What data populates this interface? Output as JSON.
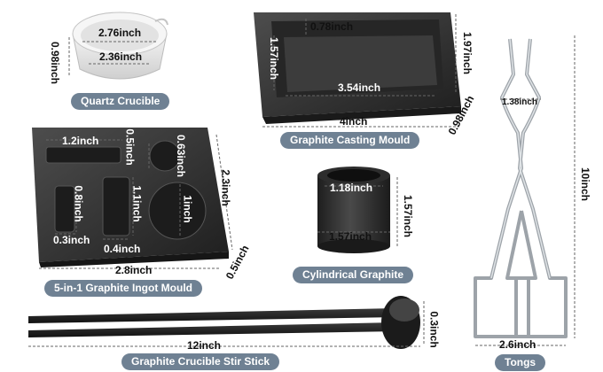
{
  "colors": {
    "graphite": "#2b2b2b",
    "graphite_light": "#4a4a4a",
    "quartz": "#e9e9e9",
    "pill_bg": "#6f8193",
    "steel": "#c9ccd0"
  },
  "quartz_crucible": {
    "name": "Quartz Crucible",
    "top_diameter": "2.76inch",
    "bottom_diameter": "2.36inch",
    "height": "0.98inch"
  },
  "graphite_casting_mould": {
    "name": "Graphite Casting Mould",
    "cavity_depth": "0.78inch",
    "cavity_height": "1.57inch",
    "cavity_length": "3.54inch",
    "outer_length": "4inch",
    "outer_width": "1.97inch",
    "outer_height": "0.98inch"
  },
  "ingot_mould": {
    "name": "5-in-1 Graphite Ingot Mould",
    "bar_length": "1.2inch",
    "bar_depth": "0.5inch",
    "small_circle": "0.63inch",
    "slot_length": "0.8inch",
    "slot_width": "0.3inch",
    "medium_slot_length": "1.1inch",
    "medium_slot_width": "0.4inch",
    "large_circle": "1inch",
    "length": "2.8inch",
    "width": "2.3inch",
    "thickness": "0.5inch"
  },
  "cylindrical_graphite": {
    "name": "Cylindrical Graphite",
    "inner_diameter": "1.18inch",
    "outer_diameter": "1.57inch",
    "height": "1.57inch"
  },
  "stir_stick": {
    "name": "Graphite Crucible Stir Stick",
    "length": "12inch",
    "diameter": "0.3inch"
  },
  "tongs": {
    "name": "Tongs",
    "top_width": "1.38inch",
    "length": "10inch",
    "bottom_width": "2.6inch"
  }
}
